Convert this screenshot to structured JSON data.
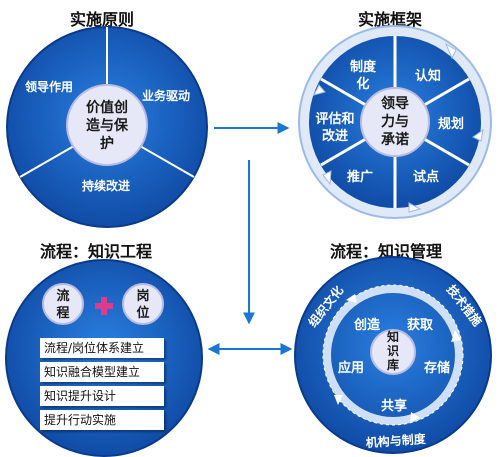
{
  "titles": {
    "principles": "实施原则",
    "framework": "实施框架",
    "process_engineering": "流程：知识工程",
    "process_management": "流程：知识管理"
  },
  "principles": {
    "center_line1": "价值创",
    "center_line2": "造与保",
    "center_line3": "护",
    "segments": [
      "领导作用",
      "业务驱动",
      "持续改进"
    ]
  },
  "framework": {
    "center_line1": "领导",
    "center_line2": "力与",
    "center_line3": "承诺",
    "segments": [
      "制度",
      "化",
      "认知",
      "规划",
      "试点",
      "推广",
      "评估和",
      "改进"
    ]
  },
  "engineering": {
    "left_line1": "流",
    "left_line2": "程",
    "right_line1": "岗",
    "right_line2": "位",
    "steps": [
      "流程/岗位体系建立",
      "知识融合模型建立",
      "知识提升设计",
      "提升行动实施"
    ]
  },
  "management": {
    "center_line1": "知",
    "center_line2": "识",
    "center_line3": "库",
    "inner": [
      "创造",
      "获取",
      "存储",
      "共享",
      "应用"
    ],
    "outer": [
      "组织文化",
      "技术措施",
      "机构与制度"
    ]
  },
  "colors": {
    "primary_blue": "#1565c0",
    "dark_blue": "#0d3d8c",
    "light_circle": "#e6e8f7"
  }
}
